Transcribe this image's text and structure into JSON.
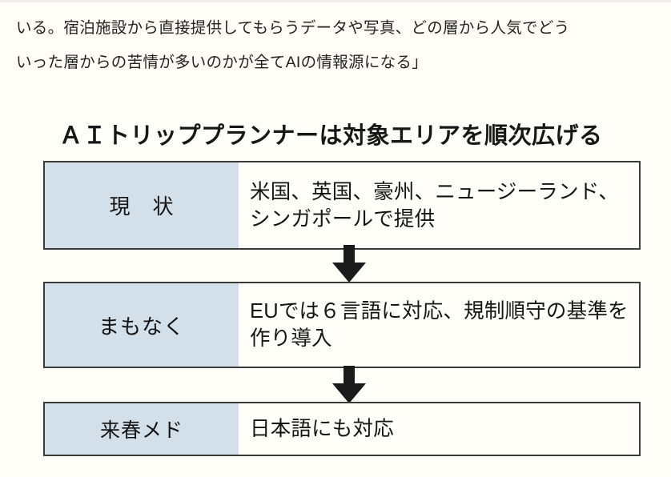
{
  "article": {
    "lines": [
      "いる。宿泊施設から直接提供してもらうデータや写真、どの層から人気でどう",
      "いった層からの苦情が多いのかが全てAIの情報源になる」"
    ]
  },
  "figure": {
    "title": "ＡＩトリッププランナーは対象エリアを順次広げる",
    "colors": {
      "label_fill": "#d3dfe9",
      "border": "#3a3a3a",
      "arrow": "#1a1a1a",
      "background": "#fffdf5"
    },
    "rows": [
      {
        "label": "現　状",
        "text": "米国、英国、豪州、ニュージーランド、シンガポールで提供"
      },
      {
        "label": "まもなく",
        "text": "EUでは６言語に対応、規制順守の基準を作り導入"
      },
      {
        "label": "来春メド",
        "text": "日本語にも対応"
      }
    ],
    "arrows": [
      {
        "name": "down-arrow-1"
      },
      {
        "name": "down-arrow-2"
      }
    ]
  }
}
